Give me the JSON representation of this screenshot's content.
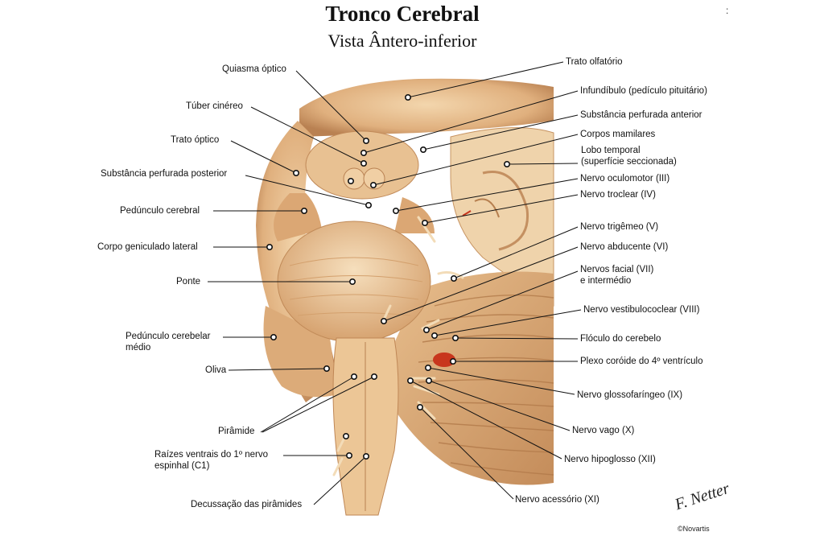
{
  "title": "Tronco Cerebral",
  "subtitle": "Vista Ântero-inferior",
  "labels": {
    "quiasma": "Quiasma óptico",
    "tuber": "Túber cinéreo",
    "trato_optico": "Trato óptico",
    "subst_posterior": "Substância perfurada posterior",
    "pedunculo_cerebral": "Pedúnculo cerebral",
    "corpo_geniculado": "Corpo geniculado lateral",
    "ponte": "Ponte",
    "pedunculo_cerebelar_1": "Pedúnculo cerebelar",
    "pedunculo_cerebelar_2": "médio",
    "oliva": "Oliva",
    "piramide": "Pirâmide",
    "raizes_1": "Raízes ventrais do 1º nervo",
    "raizes_2": "espinhal (C1)",
    "decussacao": "Decussação das pirâmides",
    "trato_olfatorio": "Trato olfatório",
    "infundibulo": "Infundíbulo (pedículo pituitário)",
    "subst_anterior": "Substância perfurada anterior",
    "corpos_mamilares": "Corpos mamilares",
    "lobo_temporal_1": "Lobo temporal",
    "lobo_temporal_2": "(superfície seccionada)",
    "oculomotor": "Nervo oculomotor (III)",
    "troclear": "Nervo troclear (IV)",
    "trigemeo": "Nervo trigêmeo (V)",
    "abducente": "Nervo abducente (VI)",
    "facial_1": "Nervos facial (VII)",
    "facial_2": "e intermédio",
    "vestibulococlear": "Nervo vestibulococlear (VIII)",
    "floculo": "Flóculo do cerebelo",
    "plexo": "Plexo coróide do 4º ventrículo",
    "glossofaringeo": "Nervo glossofaríngeo (IX)",
    "vago": "Nervo vago (X)",
    "hipoglosso": "Nervo hipoglosso (XII)",
    "acessorio": "Nervo acessório (XI)"
  },
  "signature": "F. Netter",
  "copyright": "©Novartis",
  "corner_mark": ":",
  "colors": {
    "tissue": "#e2b584",
    "tissue_dark": "#c08a58",
    "tissue_light": "#f1d2a8",
    "plexus": "#c8361d"
  }
}
